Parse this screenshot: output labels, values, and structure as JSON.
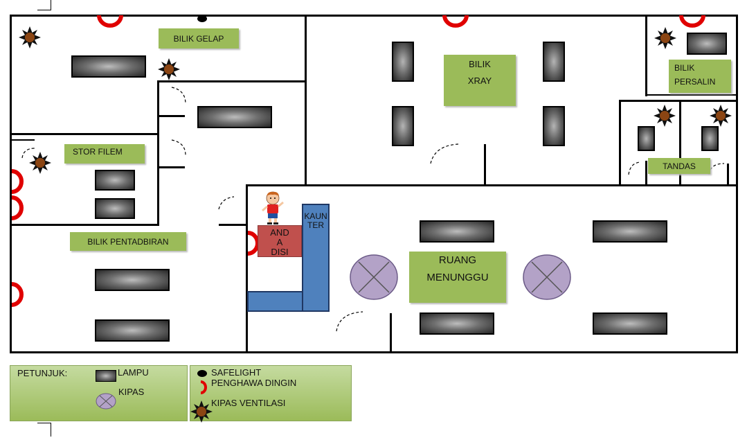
{
  "rooms": {
    "bilik_gelap": "BILIK GELAP",
    "stor_filem": "STOR FILEM",
    "bilik_pentadbiran": "BILIK PENTADBIRAN",
    "bilik_xray_line1": "BILIK",
    "bilik_xray_line2": "XRAY",
    "bilik_persalin_line1": "BILIK",
    "bilik_persalin_line2": "PERSALIN",
    "tandas": "TANDAS",
    "ruang_menunggu_line1": "RUANG",
    "ruang_menunggu_line2": "MENUNGGU"
  },
  "counter": {
    "kaunter": "KAUNTER",
    "anda_line1": "AND",
    "anda_line2": "A",
    "anda_line3": "DISI"
  },
  "legend": {
    "title": "PETUNJUK:",
    "lampu": "LAMPU",
    "kipas": "KIPAS",
    "safelight": "SAFELIGHT",
    "penghawa_dingin": "PENGHAWA DINGIN",
    "kipas_ventilasi": "KIPAS VENTILASI"
  },
  "colors": {
    "label_green": "#9bbb59",
    "counter_blue": "#4f81bd",
    "you_are_here_red": "#c0504d",
    "aircond_red": "#e00000",
    "fan_purple": "#b3a2c7",
    "vent_fan_brown": "#8b4513"
  },
  "icons": {
    "lamp": "lamp-icon",
    "fan": "ceiling-fan-icon",
    "vent_fan": "ventilation-fan-icon",
    "aircond": "air-conditioner-icon",
    "safelight": "safelight-icon",
    "person": "person-icon"
  }
}
